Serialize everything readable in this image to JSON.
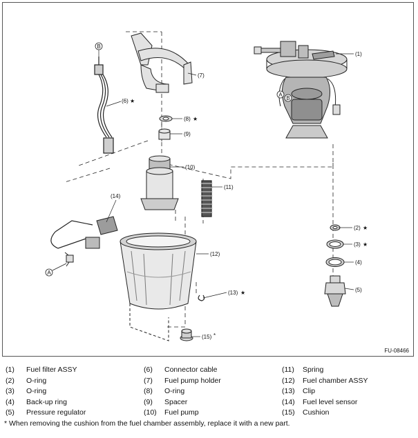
{
  "figure_code": "FU-08466",
  "callouts": [
    {
      "id": "1",
      "label": "(1)"
    },
    {
      "id": "2",
      "label": "(2)",
      "star": "★"
    },
    {
      "id": "3",
      "label": "(3)",
      "star": "★"
    },
    {
      "id": "4",
      "label": "(4)"
    },
    {
      "id": "5",
      "label": "(5)"
    },
    {
      "id": "6",
      "label": "(6)",
      "star": "★"
    },
    {
      "id": "7",
      "label": "(7)"
    },
    {
      "id": "8",
      "label": "(8)",
      "star": "★"
    },
    {
      "id": "9",
      "label": "(9)"
    },
    {
      "id": "10",
      "label": "(10)"
    },
    {
      "id": "11",
      "label": "(11)"
    },
    {
      "id": "12",
      "label": "(12)"
    },
    {
      "id": "13",
      "label": "(13)",
      "star": "★"
    },
    {
      "id": "14",
      "label": "(14)"
    },
    {
      "id": "15",
      "label": "(15)",
      "star": "*"
    }
  ],
  "connector_marks": [
    "A",
    "B"
  ],
  "legend": [
    {
      "num": "(1)",
      "text": "Fuel filter ASSY"
    },
    {
      "num": "(2)",
      "text": "O-ring"
    },
    {
      "num": "(3)",
      "text": "O-ring"
    },
    {
      "num": "(4)",
      "text": "Back-up ring"
    },
    {
      "num": "(5)",
      "text": "Pressure regulator"
    },
    {
      "num": "(6)",
      "text": "Connector cable"
    },
    {
      "num": "(7)",
      "text": "Fuel pump holder"
    },
    {
      "num": "(8)",
      "text": "O-ring"
    },
    {
      "num": "(9)",
      "text": "Spacer"
    },
    {
      "num": "(10)",
      "text": "Fuel pump"
    },
    {
      "num": "(11)",
      "text": "Spring"
    },
    {
      "num": "(12)",
      "text": "Fuel chamber ASSY"
    },
    {
      "num": "(13)",
      "text": "Clip"
    },
    {
      "num": "(14)",
      "text": "Fuel level sensor"
    },
    {
      "num": "(15)",
      "text": "Cushion"
    }
  ],
  "note": "* When removing the cushion from the fuel chamber assembly, replace it with a new part."
}
